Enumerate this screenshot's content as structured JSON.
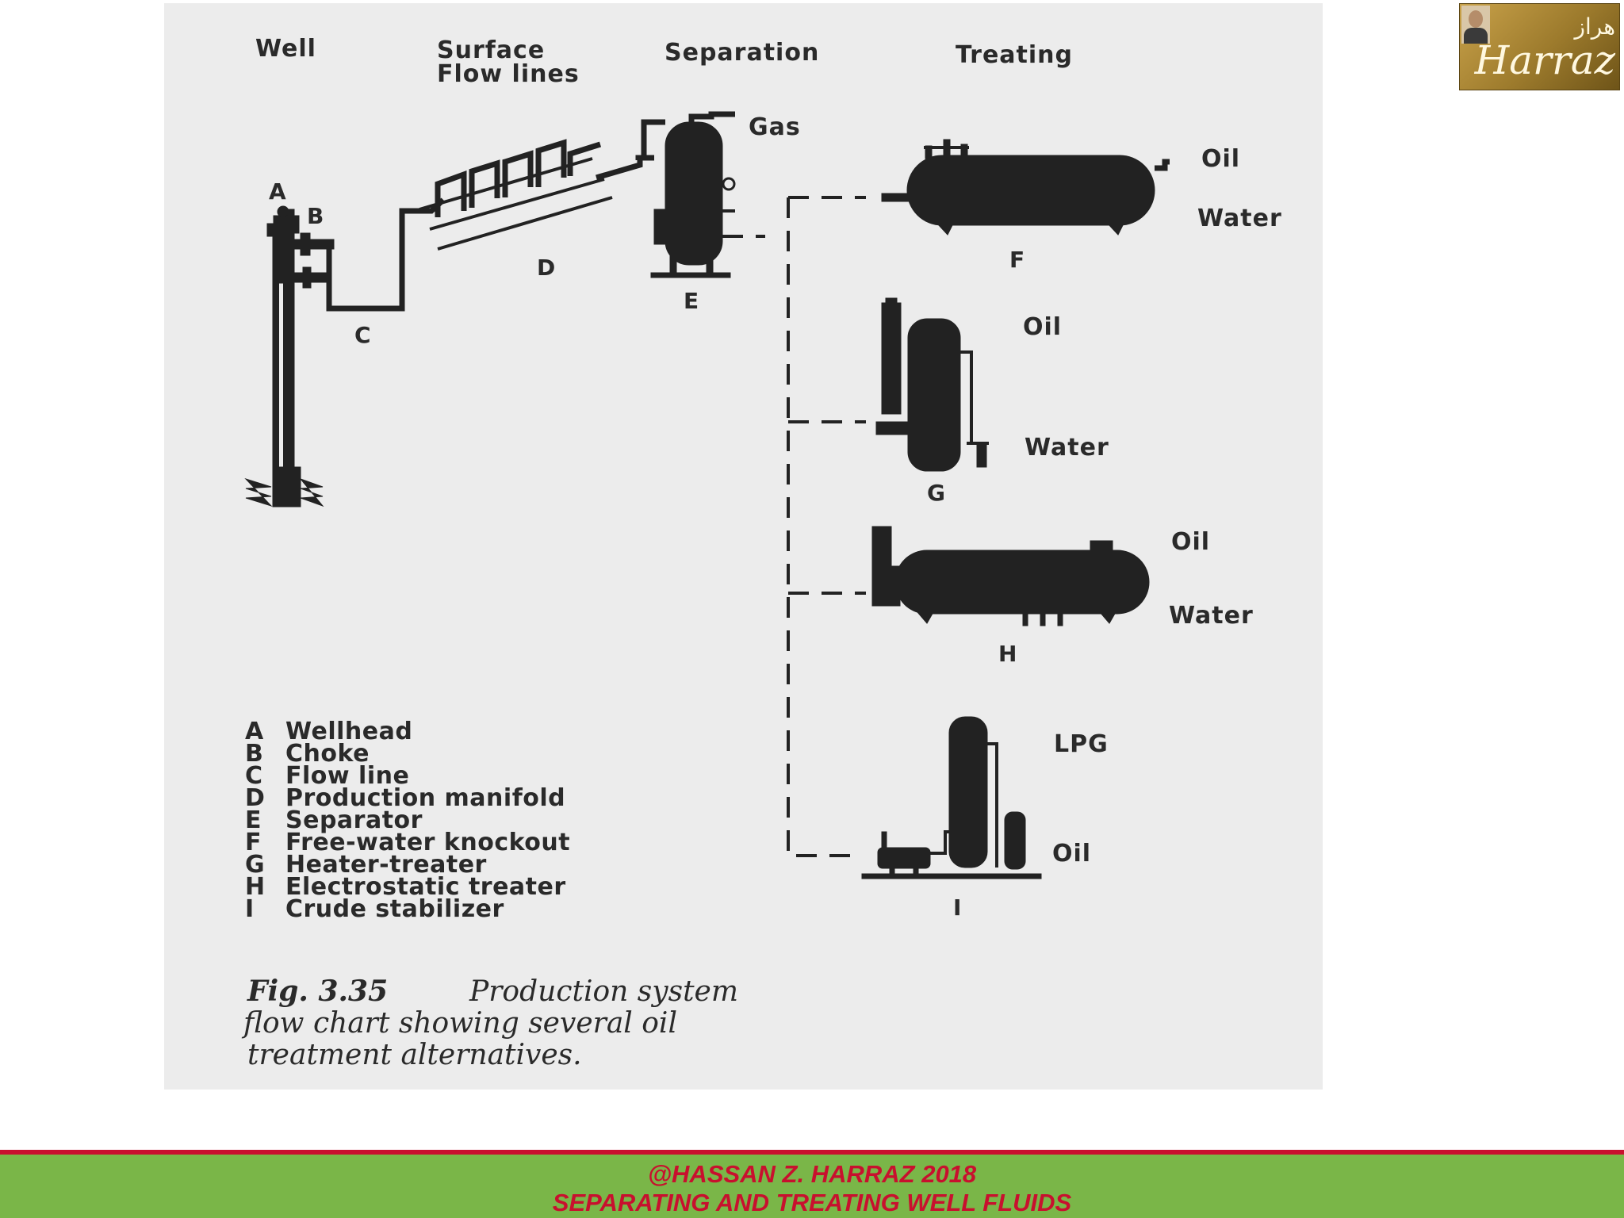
{
  "figure": {
    "column_headers": {
      "well": "Well",
      "surface_flow_lines_1": "Surface",
      "surface_flow_lines_2": "Flow lines",
      "separation": "Separation",
      "treating": "Treating"
    },
    "streams": {
      "gas": "Gas",
      "f_oil": "Oil",
      "f_water": "Water",
      "g_oil": "Oil",
      "g_water": "Water",
      "h_oil": "Oil",
      "h_water": "Water",
      "i_lpg": "LPG",
      "i_oil": "Oil"
    },
    "component_letters": {
      "a": "A",
      "b": "B",
      "c": "C",
      "d": "D",
      "e": "E",
      "f": "F",
      "g": "G",
      "h": "H",
      "i": "I"
    },
    "legend": [
      {
        "key": "A",
        "label": "Wellhead"
      },
      {
        "key": "B",
        "label": "Choke"
      },
      {
        "key": "C",
        "label": "Flow line"
      },
      {
        "key": "D",
        "label": "Production manifold"
      },
      {
        "key": "E",
        "label": "Separator"
      },
      {
        "key": "F",
        "label": "Free-water knockout"
      },
      {
        "key": "G",
        "label": "Heater-treater"
      },
      {
        "key": "H",
        "label": "Electrostatic treater"
      },
      {
        "key": "I",
        "label": "Crude stabilizer"
      }
    ],
    "caption": {
      "fig_number": "Fig. 3.35",
      "line1_rest": "Production system",
      "line2": "flow chart showing several oil",
      "line3": "treatment alternatives."
    }
  },
  "logo": {
    "arabic_text": "هراز",
    "script_text": "Harraz"
  },
  "footer": {
    "line1": "@HASSAN Z. HARRAZ 2018",
    "line2": "SEPARATING AND TREATING WELL FLUIDS"
  }
}
